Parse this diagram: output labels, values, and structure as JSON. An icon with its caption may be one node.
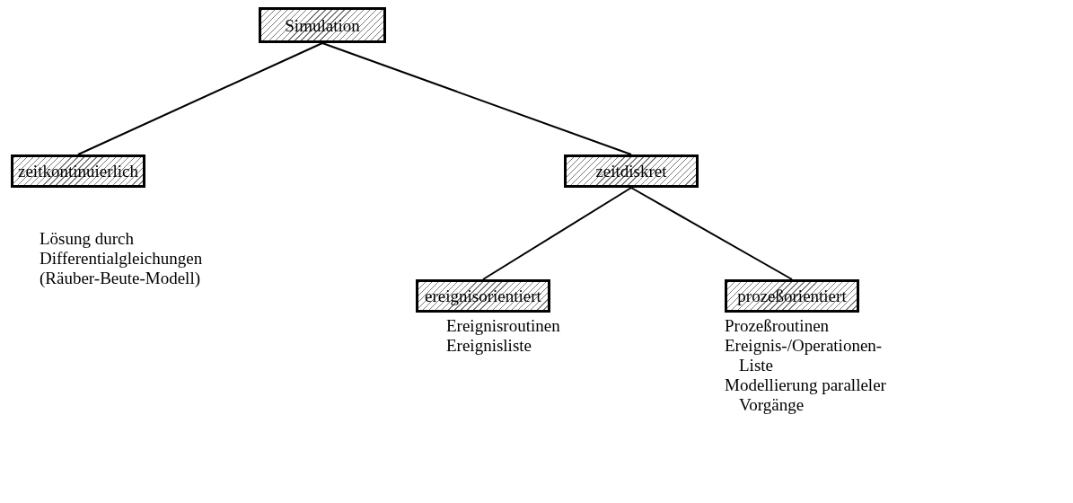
{
  "diagram": {
    "nodes": [
      {
        "text": [
          "Simulation"
        ]
      },
      {
        "text": [
          "zeitkontinuierlich"
        ],
        "beside": [
          "Lösung durch Differentialgleichungen (Räuber-Beute-Modell)"
        ]
      },
      {
        "text": [
          "zeitdiskret"
        ]
      },
      {
        "text": [
          "ereignisorientiert"
        ],
        "beside": [
          "Ereignisroutinen",
          "Ereignisliste"
        ]
      },
      {
        "text": [
          "prozeßorientiert"
        ],
        "beside": [
          "Prozeßroutinen",
          "Ereignis-/Operationen-Liste",
          "Modellierung paralleler Vorgänge"
        ]
      }
    ],
    "edges": [
      {
        "from": 0,
        "to": 1,
        "arrow": "none"
      },
      {
        "from": 0,
        "to": 2,
        "arrow": "none"
      },
      {
        "from": 2,
        "to": 3,
        "arrow": "none"
      },
      {
        "from": 2,
        "to": 4,
        "arrow": "none"
      }
    ]
  }
}
